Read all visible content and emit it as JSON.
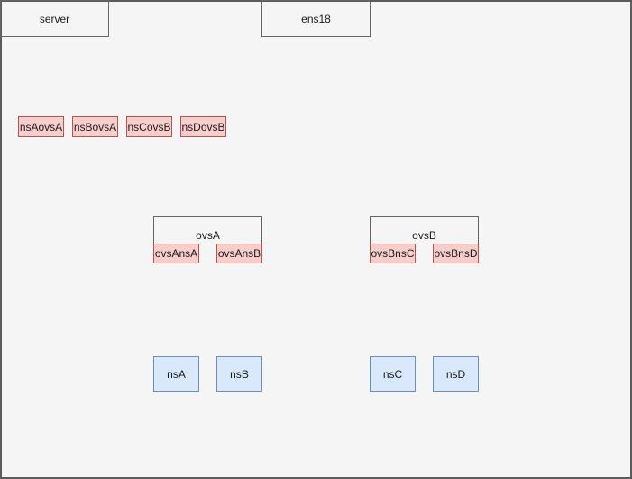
{
  "colors": {
    "canvas_bg": "#f5f5f5",
    "canvas_border": "#5c5c5c",
    "node_stroke": "#666666",
    "node_text": "#1a1a1a",
    "red_fill": "#f8cecc",
    "red_stroke": "#b85450",
    "blue_fill": "#dae8fc",
    "blue_stroke": "#6c8ebf"
  },
  "server": {
    "label": "server"
  },
  "nic": {
    "label": "ens18"
  },
  "veth_ports": [
    {
      "label": "nsAovsA"
    },
    {
      "label": "nsBovsA"
    },
    {
      "label": "nsCovsB"
    },
    {
      "label": "nsDovsB"
    }
  ],
  "bridges": [
    {
      "label": "ovsA",
      "ports": [
        {
          "label": "ovsAnsA"
        },
        {
          "label": "ovsAnsB"
        }
      ]
    },
    {
      "label": "ovsB",
      "ports": [
        {
          "label": "ovsBnsC"
        },
        {
          "label": "ovsBnsD"
        }
      ]
    }
  ],
  "namespaces": [
    {
      "label": "nsA"
    },
    {
      "label": "nsB"
    },
    {
      "label": "nsC"
    },
    {
      "label": "nsD"
    }
  ]
}
